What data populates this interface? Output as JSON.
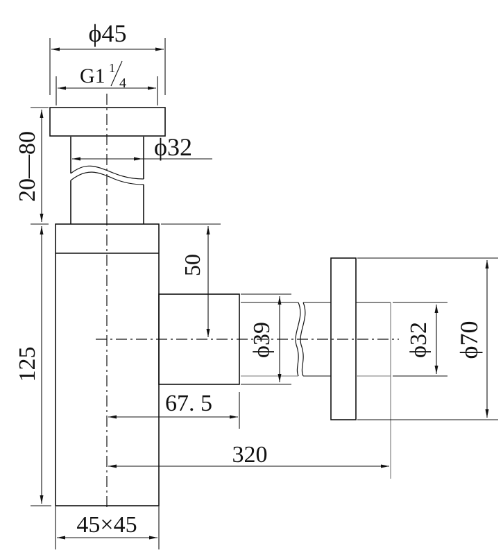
{
  "drawing": {
    "title": "Bottle trap technical drawing",
    "dimensions": {
      "top_flange_diameter": "ϕ45",
      "thread_size_main": "G1",
      "thread_size_fraction_num": "1",
      "thread_size_fraction_den": "4",
      "tailpiece_diameter": "ϕ32",
      "adjustable_height": "20—80",
      "body_height": "125",
      "outlet_drop": "50",
      "outlet_pipe_diameter": "ϕ39",
      "outlet_offset": "67. 5",
      "total_projection": "320",
      "body_section": "45×45",
      "wall_pipe_diameter": "ϕ32",
      "wall_flange_diameter": "ϕ70"
    },
    "colors": {
      "line": "#111111",
      "background": "#ffffff"
    }
  }
}
